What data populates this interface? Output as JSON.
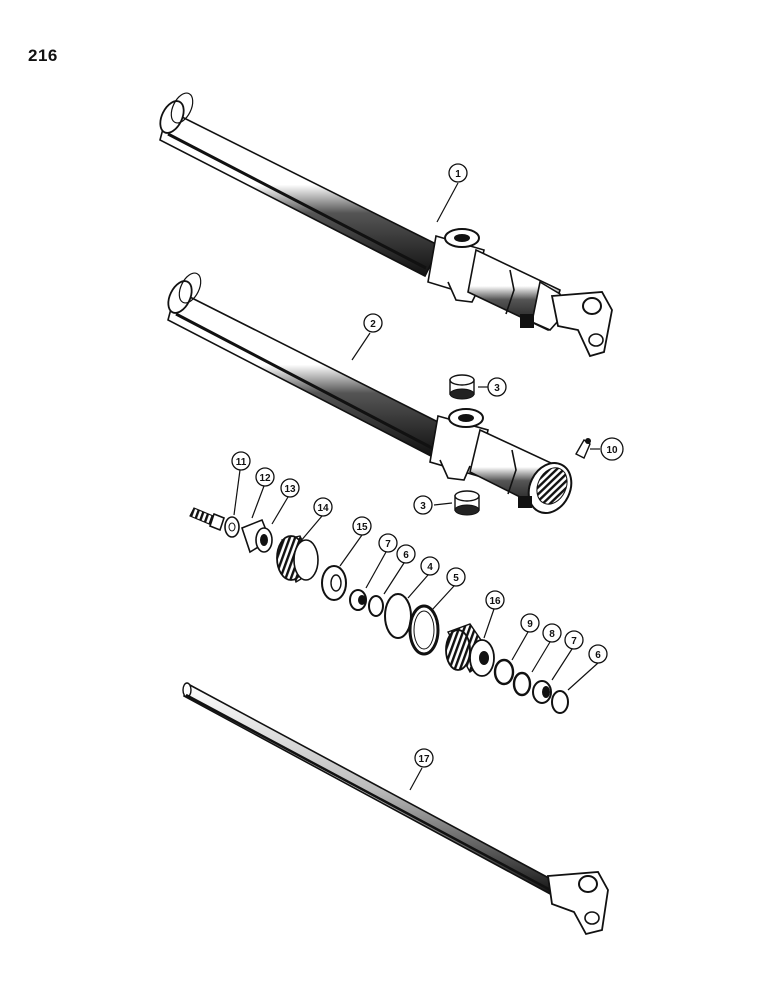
{
  "page": {
    "number": "216"
  },
  "callouts": {
    "c1": "1",
    "c2": "2",
    "c3a": "3",
    "c3b": "3",
    "c4": "4",
    "c5": "5",
    "c6a": "6",
    "c6b": "6",
    "c7a": "7",
    "c7b": "7",
    "c8": "8",
    "c9": "9",
    "c10": "10",
    "c11": "11",
    "c12": "12",
    "c13": "13",
    "c14": "14",
    "c15": "15",
    "c16": "16",
    "c17": "17"
  },
  "colors": {
    "ink": "#111111",
    "paper": "#ffffff"
  }
}
